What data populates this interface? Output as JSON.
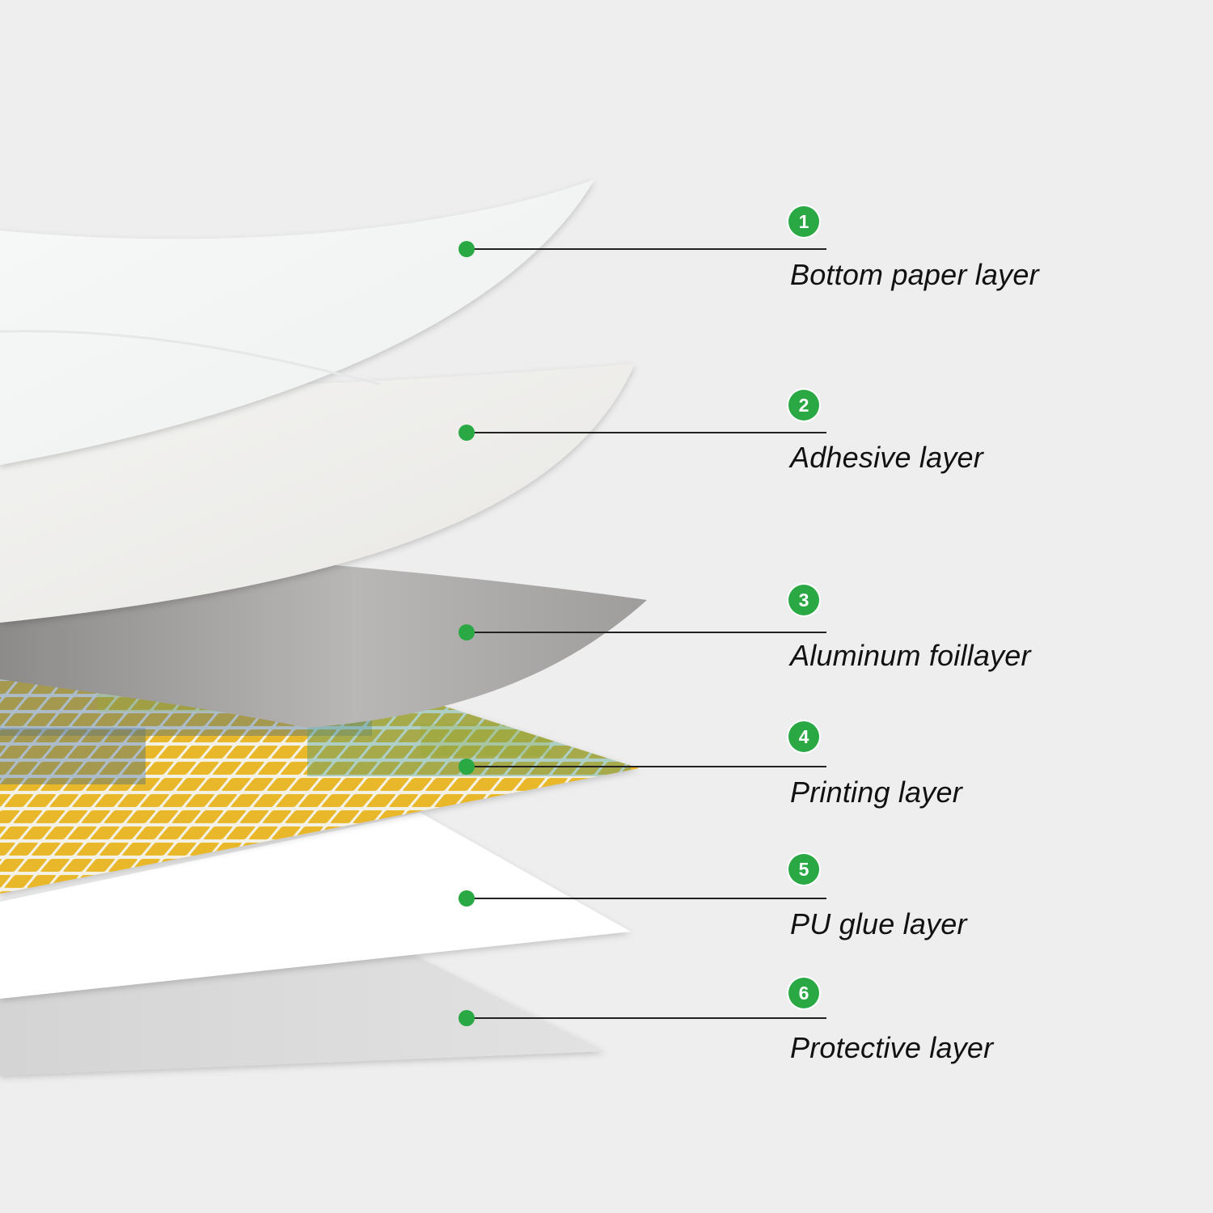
{
  "accent_color": "#2aa844",
  "leader_line_color": "#222222",
  "layers": [
    {
      "number": "1",
      "label": "Bottom paper layer"
    },
    {
      "number": "2",
      "label": "Adhesive layer"
    },
    {
      "number": "3",
      "label": "Aluminum foillayer"
    },
    {
      "number": "4",
      "label": "Printing layer"
    },
    {
      "number": "5",
      "label": "PU glue layer"
    },
    {
      "number": "6",
      "label": "Protective layer"
    }
  ],
  "printing_layer_colors": {
    "yellow": "#e9b82a",
    "blue": "#2c5c93",
    "teal": "#2f8f8a",
    "green": "#6fa040",
    "grout": "#f4f1e6"
  }
}
